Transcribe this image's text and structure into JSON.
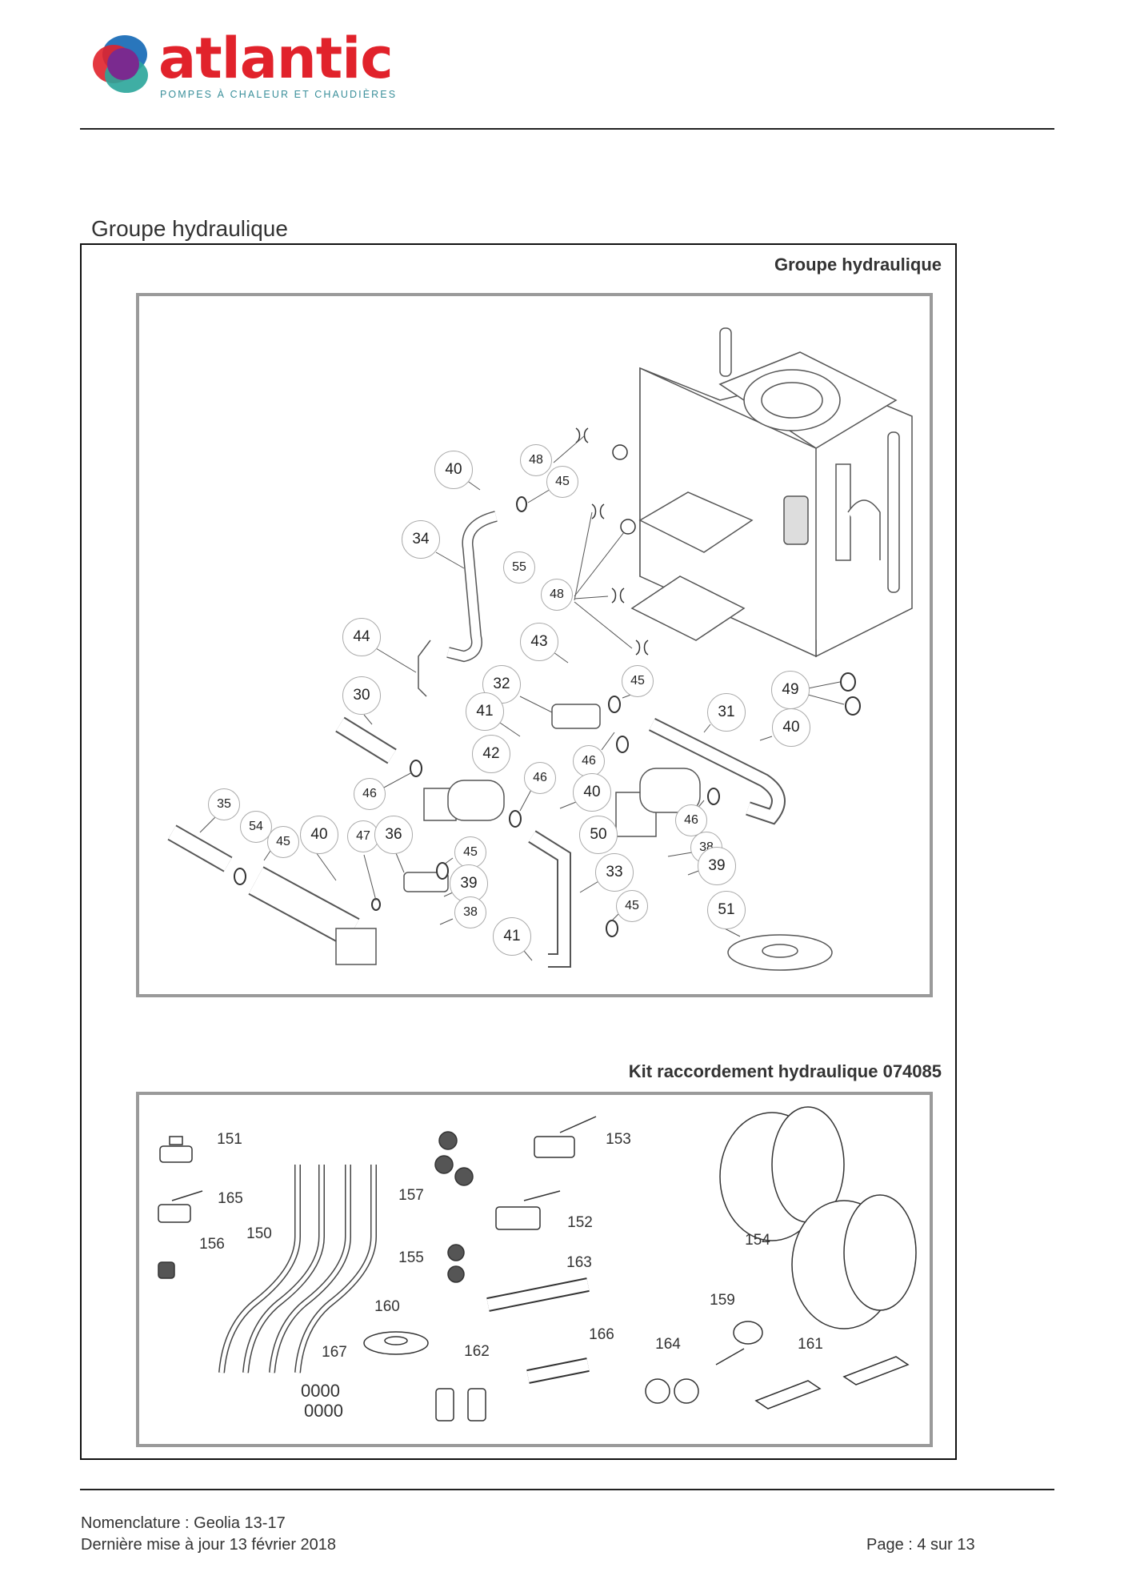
{
  "header": {
    "logo_text": "atlantic",
    "logo_tagline": "POMPES À CHALEUR ET CHAUDIÈRES",
    "logo_colors": {
      "red": "#e1222b",
      "blue": "#1e6fb8",
      "purple": "#7a2a8f",
      "teal": "#2aa59a"
    }
  },
  "section_title": "Groupe hydraulique",
  "panels": [
    {
      "title": "Groupe hydraulique",
      "callouts": [
        "40",
        "48",
        "45",
        "34",
        "55",
        "48",
        "44",
        "43",
        "30",
        "32",
        "41",
        "45",
        "49",
        "31",
        "40",
        "42",
        "46",
        "46",
        "46",
        "40",
        "35",
        "54",
        "45",
        "40",
        "47",
        "36",
        "45",
        "50",
        "46",
        "38",
        "39",
        "39",
        "38",
        "33",
        "45",
        "51",
        "41"
      ]
    },
    {
      "title": "Kit raccordement hydraulique 074085",
      "labels": [
        "151",
        "165",
        "156",
        "150",
        "157",
        "155",
        "160",
        "167",
        "162",
        "153",
        "152",
        "163",
        "166",
        "164",
        "159",
        "154",
        "161"
      ]
    }
  ],
  "footer": {
    "line1": "Nomenclature : Geolia 13-17",
    "line2": "Dernière mise à jour 13 février 2018",
    "page": "Page : 4 sur 13"
  }
}
